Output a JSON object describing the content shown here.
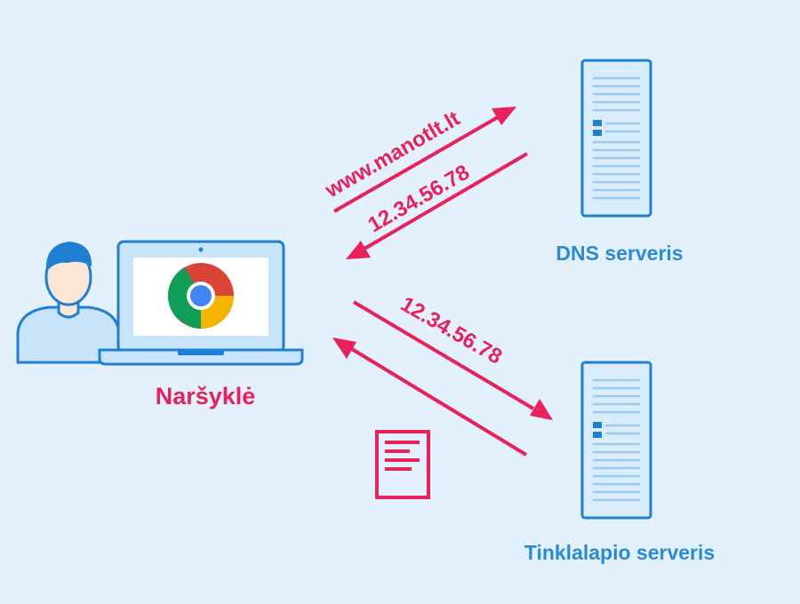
{
  "colors": {
    "background": "#e3f1fc",
    "accent": "#e8215a",
    "server_blue": "#1f7fd0",
    "server_fill": "#d9ecfb",
    "label_blue": "#2b8ad6",
    "chrome_red": "#db4437",
    "chrome_yellow": "#f4b400",
    "chrome_green": "#0f9d58",
    "chrome_blue": "#4285f4"
  },
  "browser": {
    "label": "Naršyklė",
    "icon": "chrome-logo"
  },
  "user": {
    "icon": "person-icon"
  },
  "dns_server": {
    "label": "DNS serveris",
    "icon": "server-icon"
  },
  "web_server": {
    "label": "Tinklalapio serveris",
    "icon": "server-icon"
  },
  "arrows": {
    "dns_request": "www.manotlt.lt",
    "dns_response": "12.34.56.78",
    "web_request": "12.34.56.78"
  },
  "document": {
    "icon": "document-icon"
  }
}
